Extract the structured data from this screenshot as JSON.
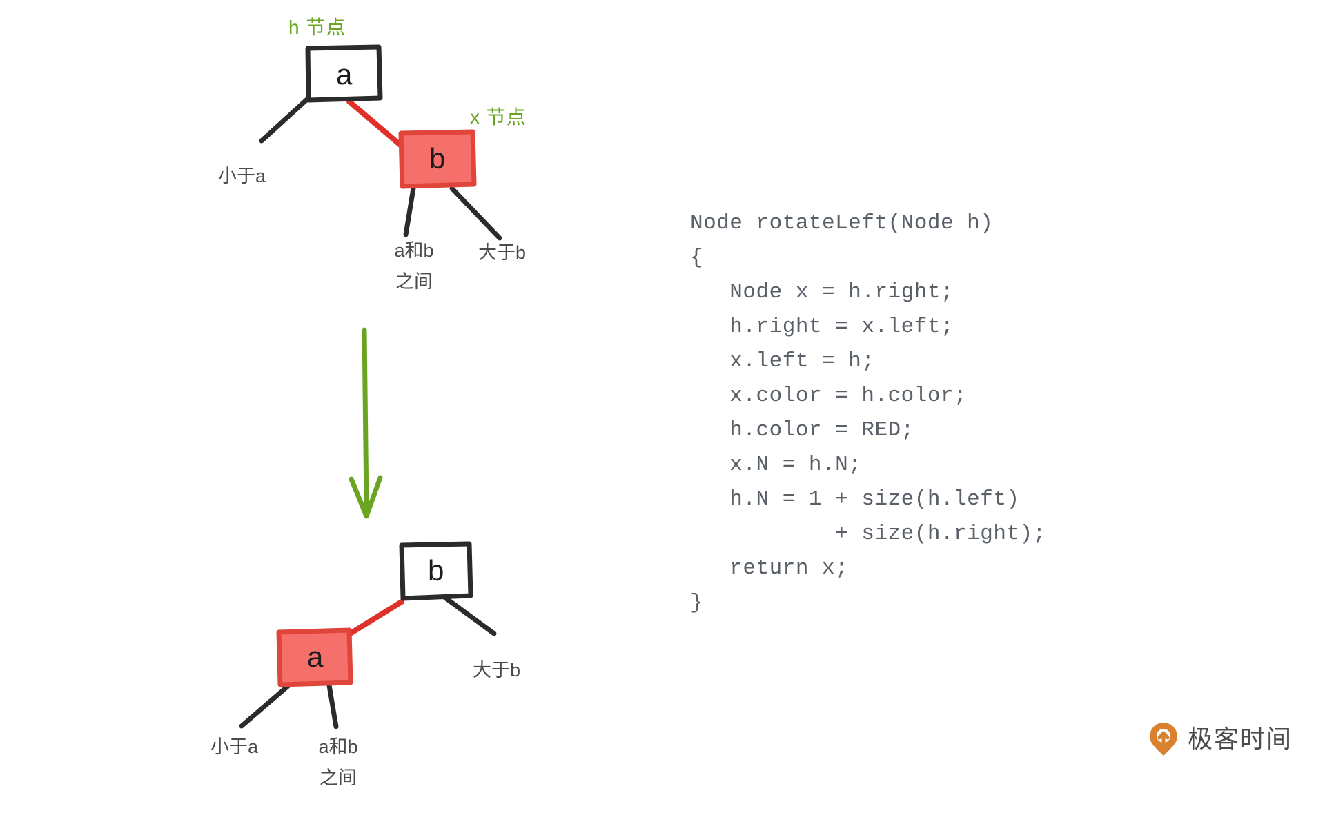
{
  "diagram": {
    "title_top": "h 节点",
    "title_x": "x 节点",
    "top_tree": {
      "root_label": "a",
      "child_label": "b",
      "edge_labels": {
        "left": "小于a",
        "middle_line1": "a和b",
        "middle_line2": "之间",
        "right": "大于b"
      }
    },
    "bottom_tree": {
      "root_label": "b",
      "child_label": "a",
      "edge_labels": {
        "left": "小于a",
        "middle_line1": "a和b",
        "middle_line2": "之间",
        "right": "大于b"
      }
    },
    "arrow": "down-arrow"
  },
  "code": {
    "language": "java",
    "lines": [
      "Node rotateLeft(Node h)",
      "{",
      "   Node x = h.right;",
      "   h.right = x.left;",
      "   x.left = h;",
      "   x.color = h.color;",
      "   h.color = RED;",
      "   x.N = h.N;",
      "   h.N = 1 + size(h.left)",
      "           + size(h.right);",
      "   return x;",
      "}"
    ],
    "text": "Node rotateLeft(Node h)\n{\n   Node x = h.right;\n   h.right = x.left;\n   x.left = h;\n   x.color = h.color;\n   h.color = RED;\n   x.N = h.N;\n   h.N = 1 + size(h.left)\n           + size(h.right);\n   return x;\n}"
  },
  "brand": {
    "name": "极客时间",
    "icon": "geektime-logo-icon"
  },
  "colors": {
    "red_fill": "#F5706A",
    "red_stroke": "#E0453C",
    "black_stroke": "#2b2b2b",
    "green": "#6aa522",
    "text_gray": "#4a4a4a",
    "code_gray": "#5a6068",
    "brand_orange": "#D9812F",
    "background": "#FFFFFF"
  }
}
